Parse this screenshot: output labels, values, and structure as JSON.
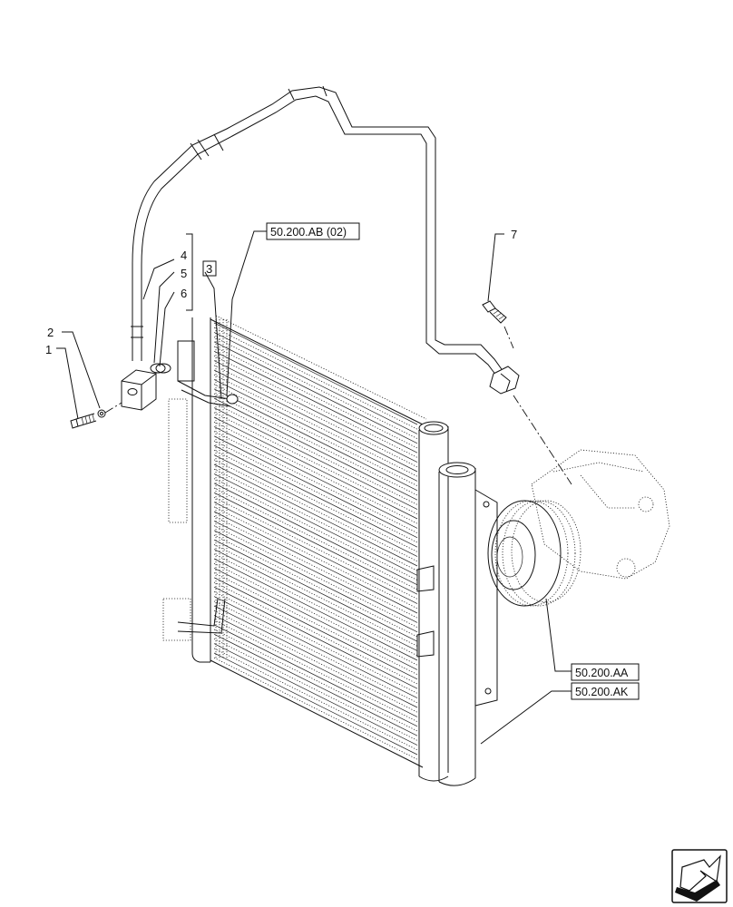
{
  "callouts": {
    "c1": "1",
    "c2": "2",
    "c3": "3",
    "c4": "4",
    "c5": "5",
    "c6": "6",
    "c7": "7"
  },
  "references": {
    "ab": "50.200.AB (02)",
    "aa": "50.200.AA",
    "ak": "50.200.AK"
  },
  "nav_icon": "arrow-icon"
}
